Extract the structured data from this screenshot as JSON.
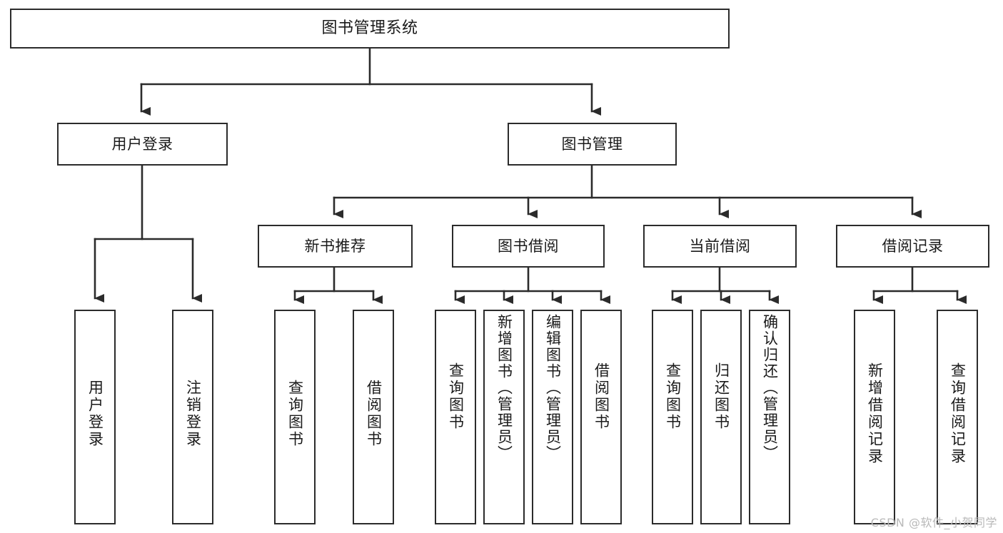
{
  "diagram": {
    "title": "图书管理系统",
    "type": "tree",
    "stroke_color": "#2b2b2b",
    "background_color": "#ffffff",
    "text_color": "#1a1a1a",
    "nodes": {
      "root": {
        "label": "图书管理系统"
      },
      "level2": [
        {
          "id": "user-login",
          "label": "用户登录"
        },
        {
          "id": "book-manage",
          "label": "图书管理"
        }
      ],
      "level3": [
        {
          "id": "new-book-recommend",
          "label": "新书推荐"
        },
        {
          "id": "book-borrow",
          "label": "图书借阅"
        },
        {
          "id": "current-borrow",
          "label": "当前借阅"
        },
        {
          "id": "borrow-record",
          "label": "借阅记录"
        }
      ],
      "leaves": {
        "user_login": [
          {
            "id": "leaf-user-login",
            "label": "用户登录"
          },
          {
            "id": "leaf-logout-login",
            "label": "注销登录"
          }
        ],
        "new_book_recommend": [
          {
            "id": "leaf-query-book-1",
            "label": "查询图书"
          },
          {
            "id": "leaf-borrow-book-1",
            "label": "借阅图书"
          }
        ],
        "book_borrow": [
          {
            "id": "leaf-query-book-2",
            "label": "查询图书"
          },
          {
            "id": "leaf-add-book",
            "label": "新增图书（管理员）"
          },
          {
            "id": "leaf-edit-book",
            "label": "编辑图书（管理员）"
          },
          {
            "id": "leaf-borrow-book-2",
            "label": "借阅图书"
          }
        ],
        "current_borrow": [
          {
            "id": "leaf-query-book-3",
            "label": "查询图书"
          },
          {
            "id": "leaf-return-book",
            "label": "归还图书"
          },
          {
            "id": "leaf-confirm-return",
            "label": "确认归还（管理员）"
          }
        ],
        "borrow_record": [
          {
            "id": "leaf-add-record",
            "label": "新增借阅记录"
          },
          {
            "id": "leaf-query-record",
            "label": "查询借阅记录"
          }
        ]
      }
    }
  },
  "watermark": {
    "text": "CSDN @软件_小贺同学"
  }
}
